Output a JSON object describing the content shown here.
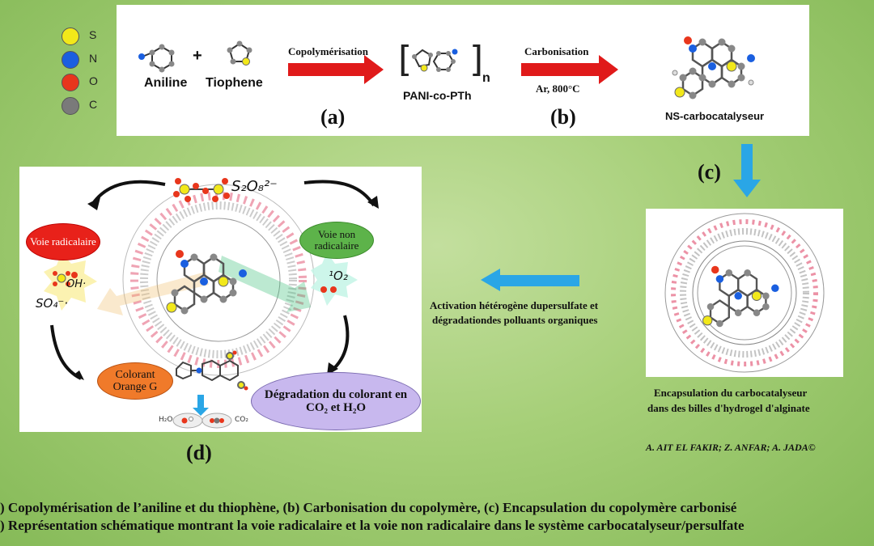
{
  "legend": [
    {
      "symbol": "S",
      "color": "#f2e81a"
    },
    {
      "symbol": "N",
      "color": "#1a5fe0"
    },
    {
      "symbol": "O",
      "color": "#e8361c"
    },
    {
      "symbol": "C",
      "color": "#7a7a7a"
    }
  ],
  "top_panel": {
    "aniline": "Aniline",
    "plus": "+",
    "tiophene": "Tiophene",
    "arrow1_label": "Copolymérisation",
    "polymer": "PANI-co-PTh",
    "subscript_n": "n",
    "arrow2_label": "Carbonisation",
    "arrow2_sublabel": "Ar, 800°C",
    "product": "NS-carbocatalyseur",
    "tag_a": "(a)",
    "tag_b": "(b)"
  },
  "tag_c": "(c)",
  "tag_d": "(d)",
  "middle_text_line1": "Activation hétérogène dupersulfate et",
  "middle_text_line2": "dégradationdes polluants organiques",
  "encapsulation_line1": "Encapsulation  du carbocatalyseur",
  "encapsulation_line2": "dans  des billes d'hydrogel d'alginate",
  "authors": "A. AIT EL FAKIR; Z. ANFAR; A. JADA©",
  "panel_d": {
    "s2o8": "S₂O₈²⁻",
    "radical": "Voie radicalaire",
    "non_radical": "Voie non radicalaire",
    "oh": "OH·",
    "so4": "SO₄⁻·",
    "singlet": "¹O₂",
    "dye": "Colorant Orange G",
    "degradation": "Dégradation du colorant en CO₂ et H₂O",
    "h2o": "H₂O",
    "co2": "CO₂"
  },
  "caption_line1": ") Copolymérisation  de l’aniline  et du thiophène,  (b) Carbonisation  du copolymère, (c) Encapsulation  du copolymère  carbonisé",
  "caption_line2": ") Représentation  schématique  montrant  la voie radicalaire  et la voie non radicalaire  dans le système  carbocatalyseur/persulfate"
}
